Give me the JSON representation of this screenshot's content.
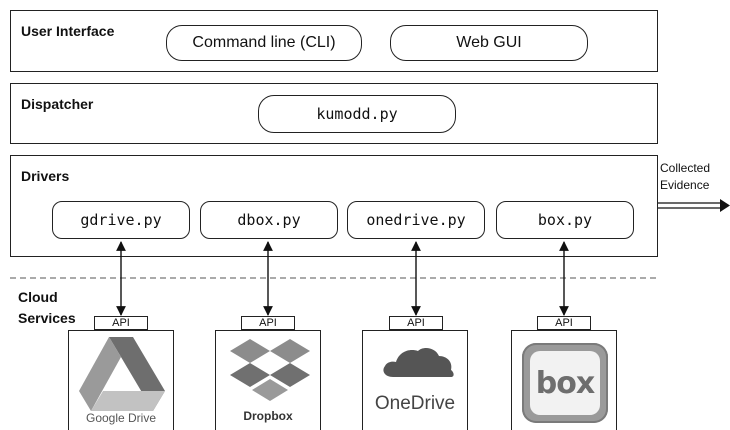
{
  "layers": {
    "user_interface": {
      "title": "User Interface",
      "items": [
        "Command line (CLI)",
        "Web GUI"
      ]
    },
    "dispatcher": {
      "title": "Dispatcher",
      "items": [
        "kumodd.py"
      ]
    },
    "drivers": {
      "title": "Drivers",
      "items": [
        "gdrive.py",
        "dbox.py",
        "onedrive.py",
        "box.py"
      ]
    }
  },
  "output": {
    "line1": "Collected",
    "line2": "Evidence"
  },
  "cloud": {
    "line1": "Cloud",
    "line2": "Services",
    "api_label": "API"
  },
  "services": [
    {
      "name": "Google Drive",
      "icon": "google-drive-icon"
    },
    {
      "name": "Dropbox",
      "icon": "dropbox-icon"
    },
    {
      "name": "OneDrive",
      "icon": "onedrive-icon"
    },
    {
      "name": "box",
      "icon": "box-icon"
    }
  ],
  "colors": {
    "stroke": "#222222",
    "logo_gray": "#6e6e6e",
    "logo_light": "#b5b5b5"
  }
}
